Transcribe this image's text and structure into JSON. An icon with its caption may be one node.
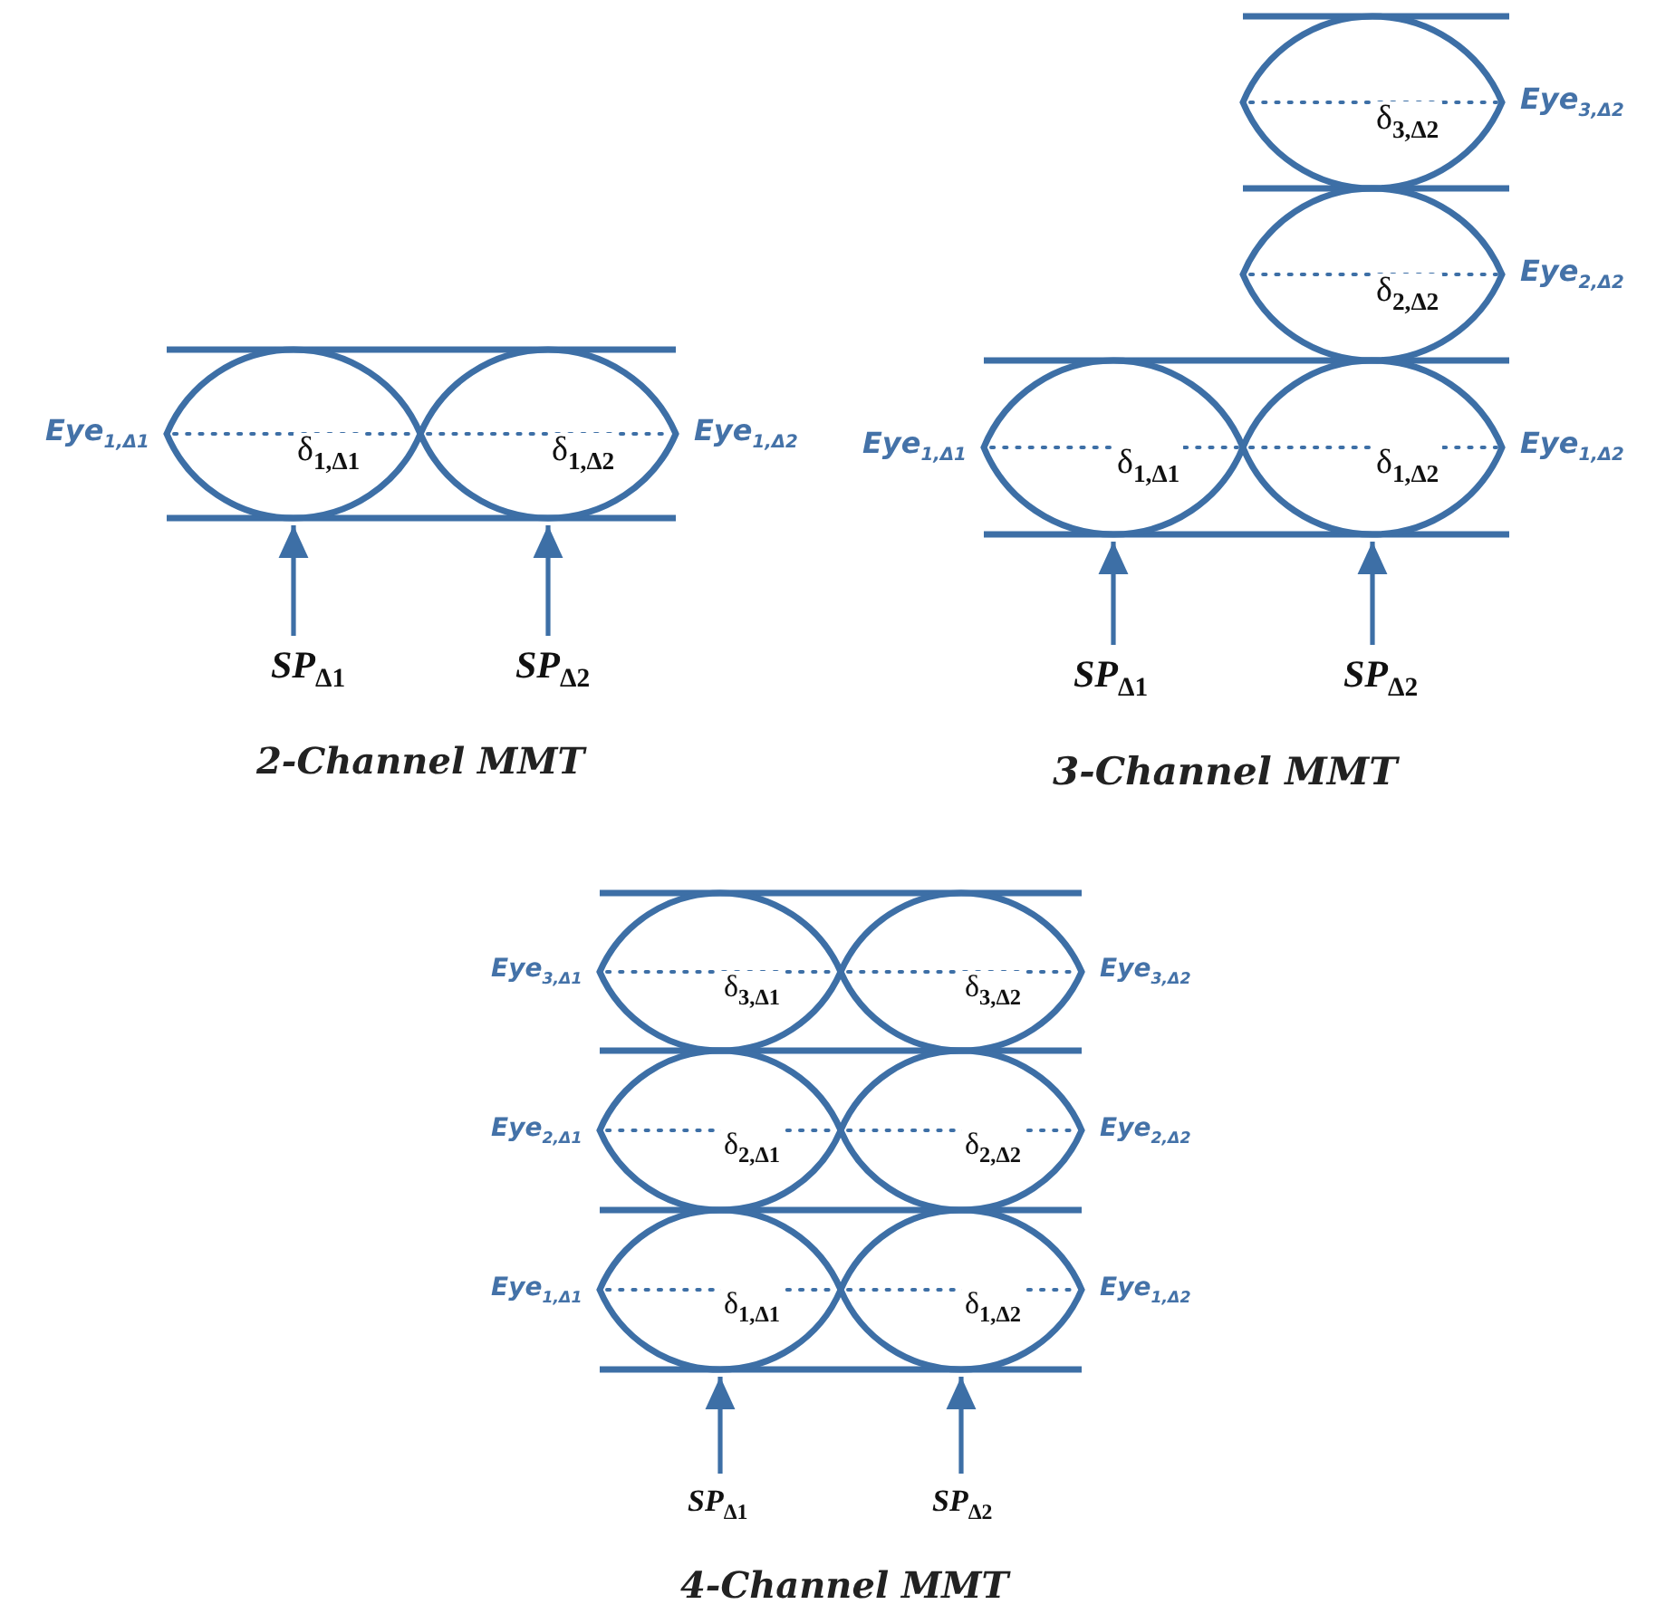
{
  "diagram": {
    "nodes": [
      {
        "text": [
          "δ$_{1,Δ1}$"
        ],
        "beside": [
          "Eye$_{1,Δ1}$"
        ]
      },
      {
        "text": [
          "δ$_{1,Δ2}$"
        ],
        "beside": [
          "Eye$_{1,Δ2}$"
        ]
      },
      {
        "text": [
          "SP$_{Δ1}$"
        ]
      },
      {
        "text": [
          "SP$_{Δ2}$"
        ]
      },
      {
        "text": [
          "δ$_{3,Δ2}$"
        ],
        "beside": [
          "Eye$_{3,Δ2}$"
        ]
      },
      {
        "text": [
          "δ$_{2,Δ2}$"
        ],
        "beside": [
          "Eye$_{2,Δ2}$"
        ]
      },
      {
        "text": [
          "δ$_{1,Δ1}$"
        ],
        "beside": [
          "Eye$_{1,Δ1}$"
        ]
      },
      {
        "text": [
          "δ$_{1,Δ2}$"
        ],
        "beside": [
          "Eye$_{1,Δ2}$"
        ]
      },
      {
        "text": [
          "SP$_{Δ1}$"
        ]
      },
      {
        "text": [
          "SP$_{Δ2}$"
        ]
      },
      {
        "text": [
          "δ$_{3,Δ1}$"
        ],
        "beside": [
          "Eye$_{3,Δ1}$"
        ]
      },
      {
        "text": [
          "δ$_{3,Δ2}$"
        ],
        "beside": [
          "Eye$_{3,Δ2}$"
        ]
      },
      {
        "text": [
          "δ$_{2,Δ1}$"
        ],
        "beside": [
          "Eye$_{2,Δ1}$"
        ]
      },
      {
        "text": [
          "δ$_{2,Δ2}$"
        ],
        "beside": [
          "Eye$_{2,Δ2}$"
        ]
      },
      {
        "text": [
          "δ$_{1,Δ1}$"
        ],
        "beside": [
          "Eye$_{1,Δ1}$"
        ]
      },
      {
        "text": [
          "δ$_{1,Δ2}$"
        ],
        "beside": [
          "Eye$_{1,Δ2}$"
        ]
      },
      {
        "text": [
          "SP$_{Δ1}$"
        ]
      },
      {
        "text": [
          "SP$_{Δ2}$"
        ]
      }
    ],
    "edges": [
      {
        "from": 2,
        "to": 0,
        "arrow": "to"
      },
      {
        "from": 3,
        "to": 1,
        "arrow": "to"
      },
      {
        "from": 8,
        "to": 6,
        "arrow": "to"
      },
      {
        "from": 9,
        "to": 7,
        "arrow": "to"
      },
      {
        "from": 16,
        "to": 14,
        "arrow": "to"
      },
      {
        "from": 17,
        "to": 15,
        "arrow": "to"
      }
    ],
    "labels": [
      "2-Channel MMT",
      "3-Channel MMT",
      "4-Channel MMT"
    ]
  }
}
